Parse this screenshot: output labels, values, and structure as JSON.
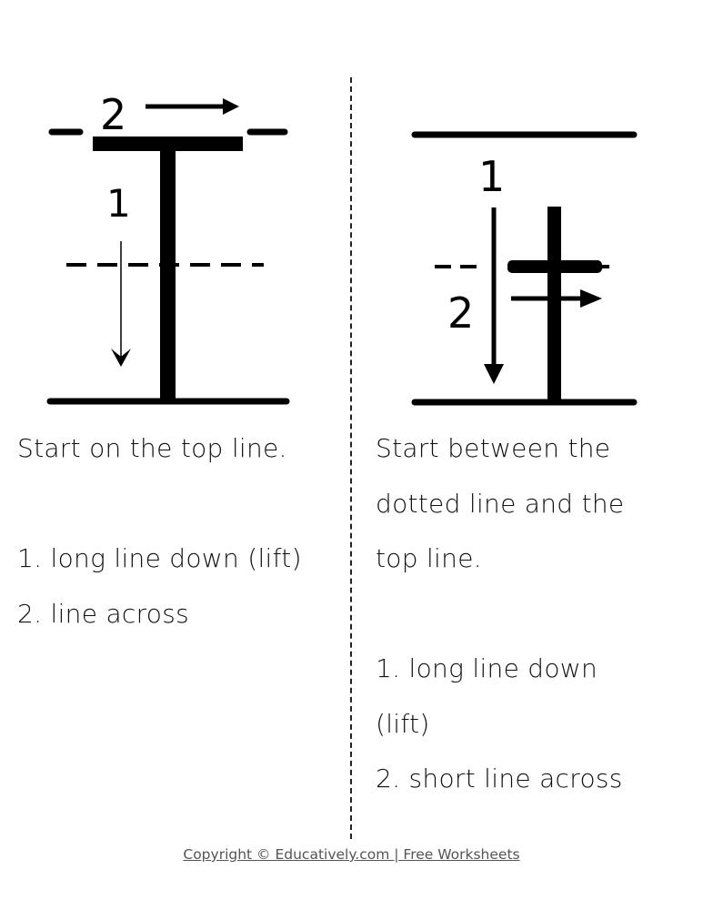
{
  "left_panel": {
    "diagram": {
      "letter": "T",
      "stroke_labels": [
        "1",
        "2"
      ],
      "stroke_1": "long line down from top line",
      "stroke_2": "line across on top line"
    },
    "intro": "Start on the top line.",
    "steps": [
      "1. long line down (lift)",
      "2. line across"
    ]
  },
  "right_panel": {
    "diagram": {
      "letter": "t",
      "stroke_labels": [
        "1",
        "2"
      ],
      "stroke_1": "long line down",
      "stroke_2": "short line across on dotted line"
    },
    "intro_lines": [
      "Start between the",
      "dotted line and the",
      "top line."
    ],
    "steps_lines": [
      "1. long line down",
      "(lift)",
      "2. short line across"
    ]
  },
  "footer": {
    "text": "Copyright © Educatively.com | Free Worksheets",
    "color": "#555555"
  }
}
